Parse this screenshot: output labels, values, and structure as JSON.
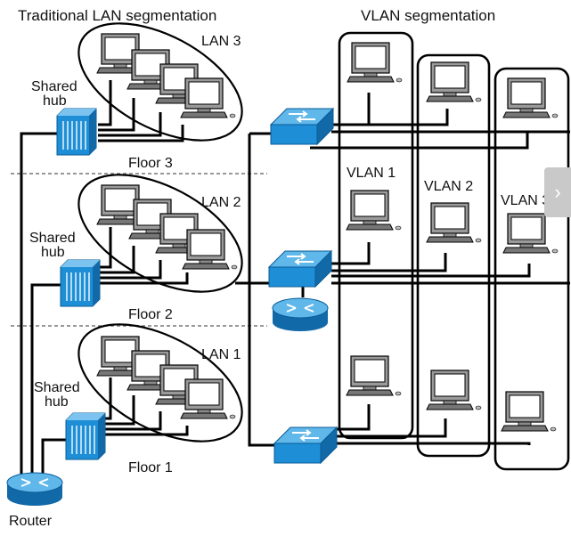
{
  "titles": {
    "traditional": "Traditional LAN segmentation",
    "vlan": "VLAN segmentation"
  },
  "lans": {
    "lan3": "LAN 3",
    "lan2": "LAN 2",
    "lan1": "LAN 1"
  },
  "hubs": {
    "hub3_line1": "Shared",
    "hub3_line2": "hub",
    "hub2_line1": "Shared",
    "hub2_line2": "hub",
    "hub1_line1": "Shared",
    "hub1_line2": "hub"
  },
  "floors": {
    "floor3": "Floor 3",
    "floor2": "Floor 2",
    "floor1": "Floor 1"
  },
  "vlans": {
    "vlan1": "VLAN 1",
    "vlan2": "VLAN 2",
    "vlan3": "VLAN 3"
  },
  "router_label": "Router",
  "nav": {
    "next_icon": "chevron-right-icon"
  },
  "colors": {
    "device_blue": "#1e8fd6",
    "computer_gray": "#8a8a8a",
    "screen": "#ffffff",
    "line": "#000000"
  }
}
